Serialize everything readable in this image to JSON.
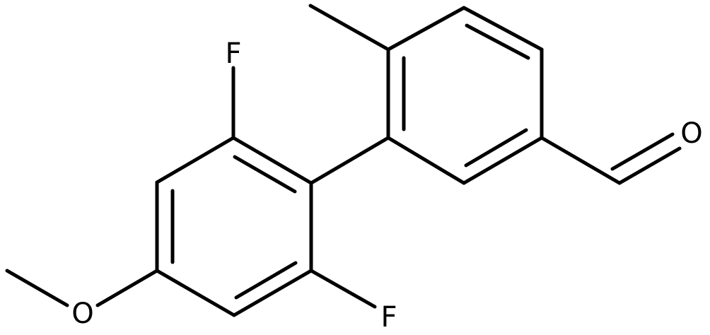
{
  "molecule": {
    "atoms": {
      "fluorine_top": "F",
      "fluorine_bottom": "F",
      "oxygen_methoxy": "O",
      "oxygen_aldehyde": "O"
    },
    "colors": {
      "bond": "#000000",
      "label": "#000000",
      "background": "#ffffff"
    }
  }
}
